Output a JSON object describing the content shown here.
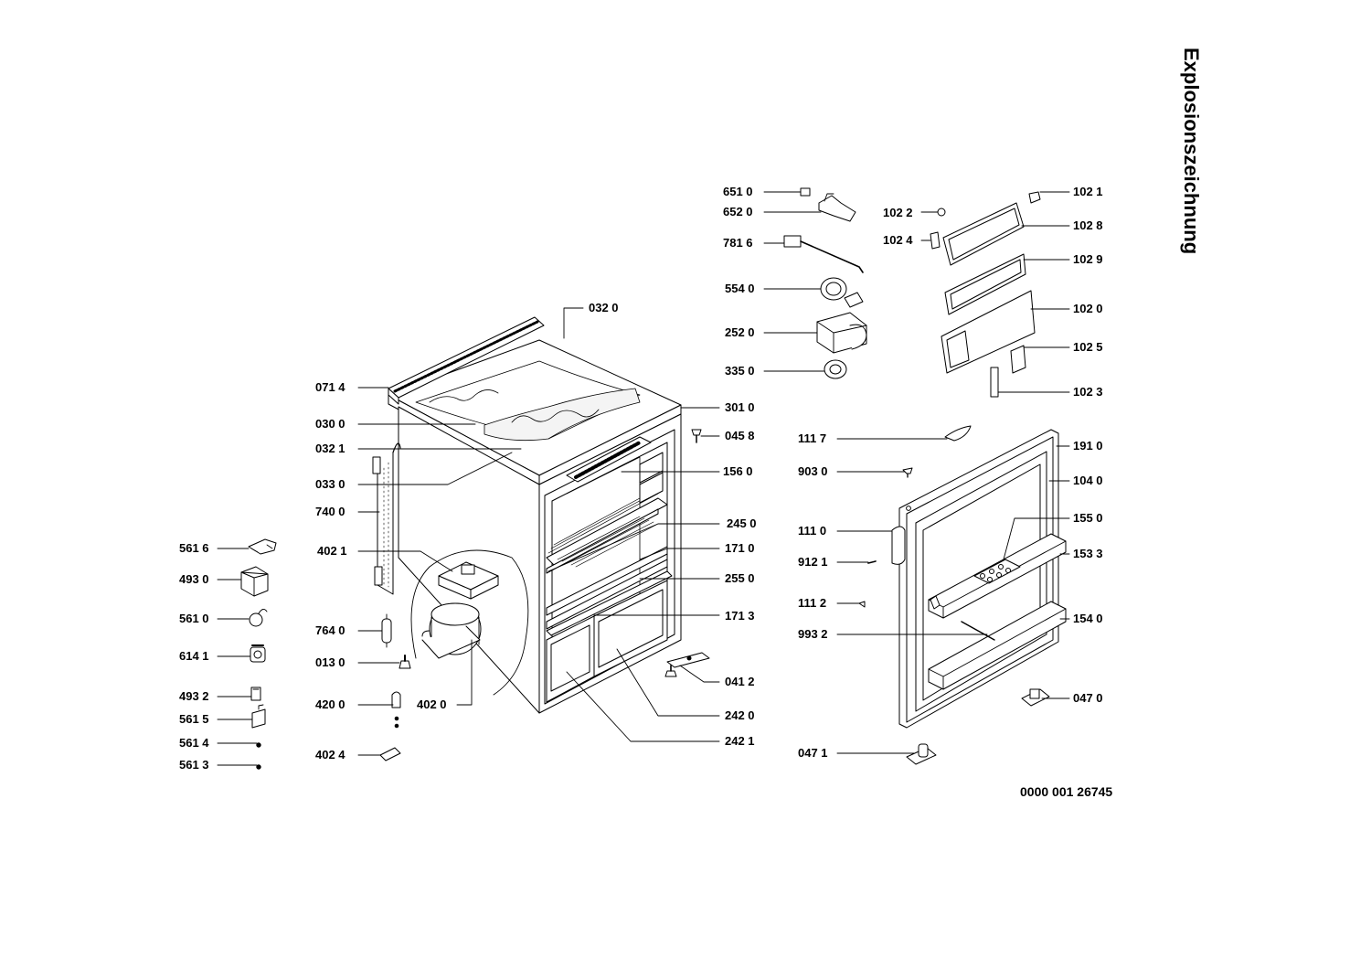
{
  "title": "Explosionszeichnung",
  "document_number": "0000 001 26745",
  "labels": {
    "p0320": "032 0",
    "p0714": "071 4",
    "p0300": "030 0",
    "p0321": "032 1",
    "p0330": "033 0",
    "p7400": "740 0",
    "p4021": "402 1",
    "p7640": "764 0",
    "p0130": "013 0",
    "p4200": "420 0",
    "p4020": "402 0",
    "p4024": "402 4",
    "p5616": "561 6",
    "p4930": "493 0",
    "p5610": "561 0",
    "p6141": "614 1",
    "p4932": "493 2",
    "p5615": "561 5",
    "p5614": "561 4",
    "p5613": "561 3",
    "p3010": "301 0",
    "p0458": "045 8",
    "p1560": "156 0",
    "p2450": "245 0",
    "p1710": "171 0",
    "p2550": "255 0",
    "p1713": "171 3",
    "p0412": "041 2",
    "p2420": "242 0",
    "p2421": "242 1",
    "p6510": "651 0",
    "p6520": "652 0",
    "p7816": "781 6",
    "p5540": "554 0",
    "p2520": "252 0",
    "p3350": "335 0",
    "p1022": "102 2",
    "p1024": "102 4",
    "p1021": "102 1",
    "p1028": "102 8",
    "p1029": "102 9",
    "p1020": "102 0",
    "p1025": "102 5",
    "p1023": "102 3",
    "p1117": "111 7",
    "p9030": "903 0",
    "p1110": "111 0",
    "p9121": "912 1",
    "p1112": "111 2",
    "p9932": "993 2",
    "p0471": "047 1",
    "p1910": "191 0",
    "p1040": "104 0",
    "p1550": "155 0",
    "p1533": "153 3",
    "p1540": "154 0",
    "p0470": "047 0"
  }
}
